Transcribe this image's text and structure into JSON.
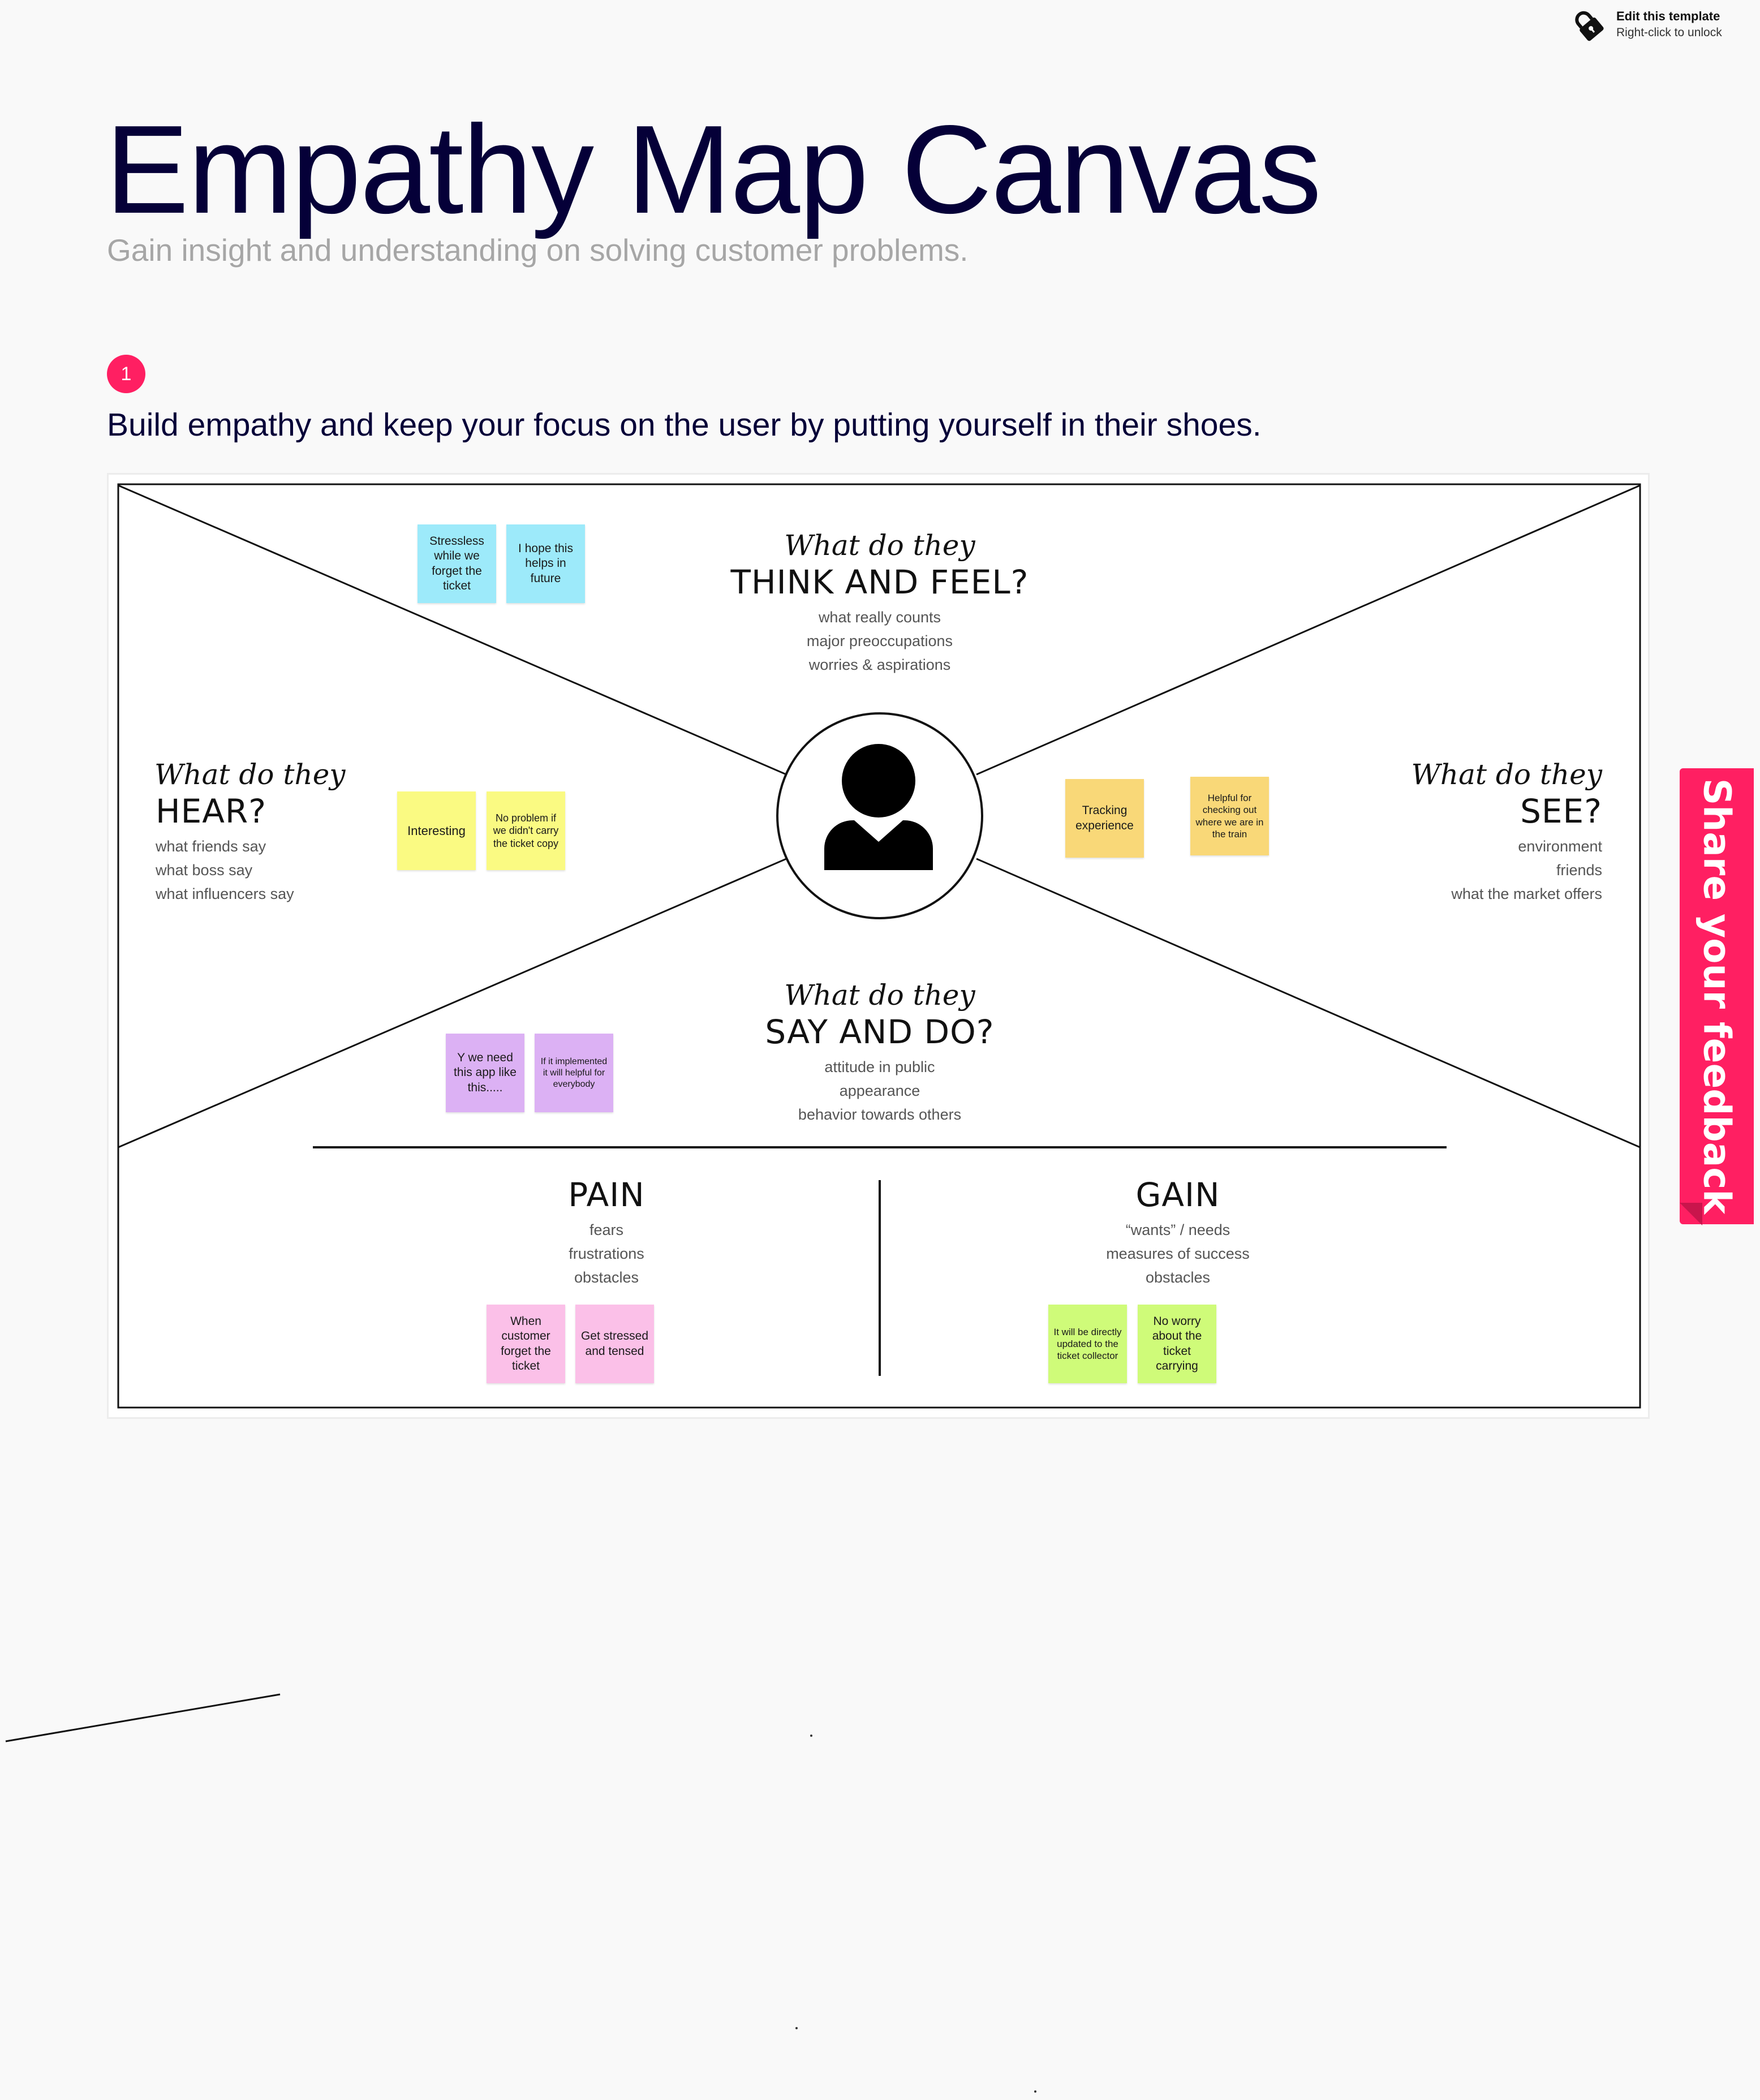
{
  "lock_hint": {
    "title": "Edit this template",
    "subtitle": "Right-click to unlock",
    "icon": "lock-icon"
  },
  "header": {
    "title": "Empathy Map Canvas",
    "subtitle": "Gain insight and understanding on solving customer problems."
  },
  "step": {
    "number": "1",
    "text": "Build empathy and keep your focus on the user by putting yourself in their shoes."
  },
  "quadrants": {
    "think": {
      "script": "What do they",
      "heading": "THINK AND FEEL?",
      "hints": [
        "what really counts",
        "major preoccupations",
        "worries & aspirations"
      ]
    },
    "hear": {
      "script": "What do they",
      "heading": "HEAR?",
      "hints": [
        "what friends say",
        "what boss say",
        "what influencers say"
      ]
    },
    "see": {
      "script": "What do they",
      "heading": "SEE?",
      "hints": [
        "environment",
        "friends",
        "what the market offers"
      ]
    },
    "say": {
      "script": "What do they",
      "heading": "SAY AND DO?",
      "hints": [
        "attitude in public",
        "appearance",
        "behavior towards others"
      ]
    },
    "pain": {
      "heading": "PAIN",
      "hints": [
        "fears",
        "frustrations",
        "obstacles"
      ]
    },
    "gain": {
      "heading": "GAIN",
      "hints": [
        "“wants” / needs",
        "measures of success",
        "obstacles"
      ]
    }
  },
  "stickies": {
    "think": [
      "Stressless while we forget the ticket",
      "I hope this helps in future"
    ],
    "hear": [
      "Interesting",
      "No problem if we didn't carry the ticket copy"
    ],
    "see": [
      "Tracking experience",
      "Helpful for checking out where we are in the train"
    ],
    "say": [
      "Y we need this app like this.....",
      "If it implemented it will helpful for everybody"
    ],
    "pain": [
      "When customer forget the ticket",
      "Get stressed and tensed"
    ],
    "gain": [
      "It will be directly updated  to the ticket collector",
      "No worry about the ticket carrying"
    ]
  },
  "colors": {
    "accent": "#ff1f62",
    "sticky_blue": "#9deafa",
    "sticky_yellow": "#fafa82",
    "sticky_orange": "#f9d878",
    "sticky_purple": "#dcb1f4",
    "sticky_pink": "#fbc0e8",
    "sticky_green": "#cffb79"
  },
  "feedback": {
    "label": "Share your feedback"
  }
}
